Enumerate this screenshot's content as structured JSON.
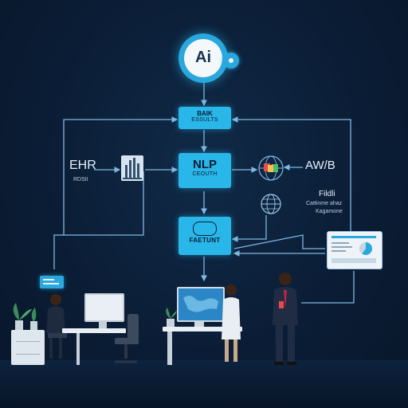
{
  "ai_logo": {
    "text": "Ai"
  },
  "nodes": {
    "top": {
      "line1": "BAIK",
      "line2": "ESSULTS"
    },
    "nlp": {
      "line1": "NLP",
      "line2": "CEOUTH"
    },
    "bottom": {
      "line2": "FAETUNT"
    }
  },
  "left": {
    "title": "EHR",
    "subtitle": "RDSII"
  },
  "right": {
    "title": "AW/B",
    "line1": "Fildli",
    "line2": "Cattinme ahaz",
    "line3": "Kagamone"
  },
  "colors": {
    "background": "#0b1d36",
    "accent": "#29b6e8",
    "line": "#7fb8e0"
  }
}
